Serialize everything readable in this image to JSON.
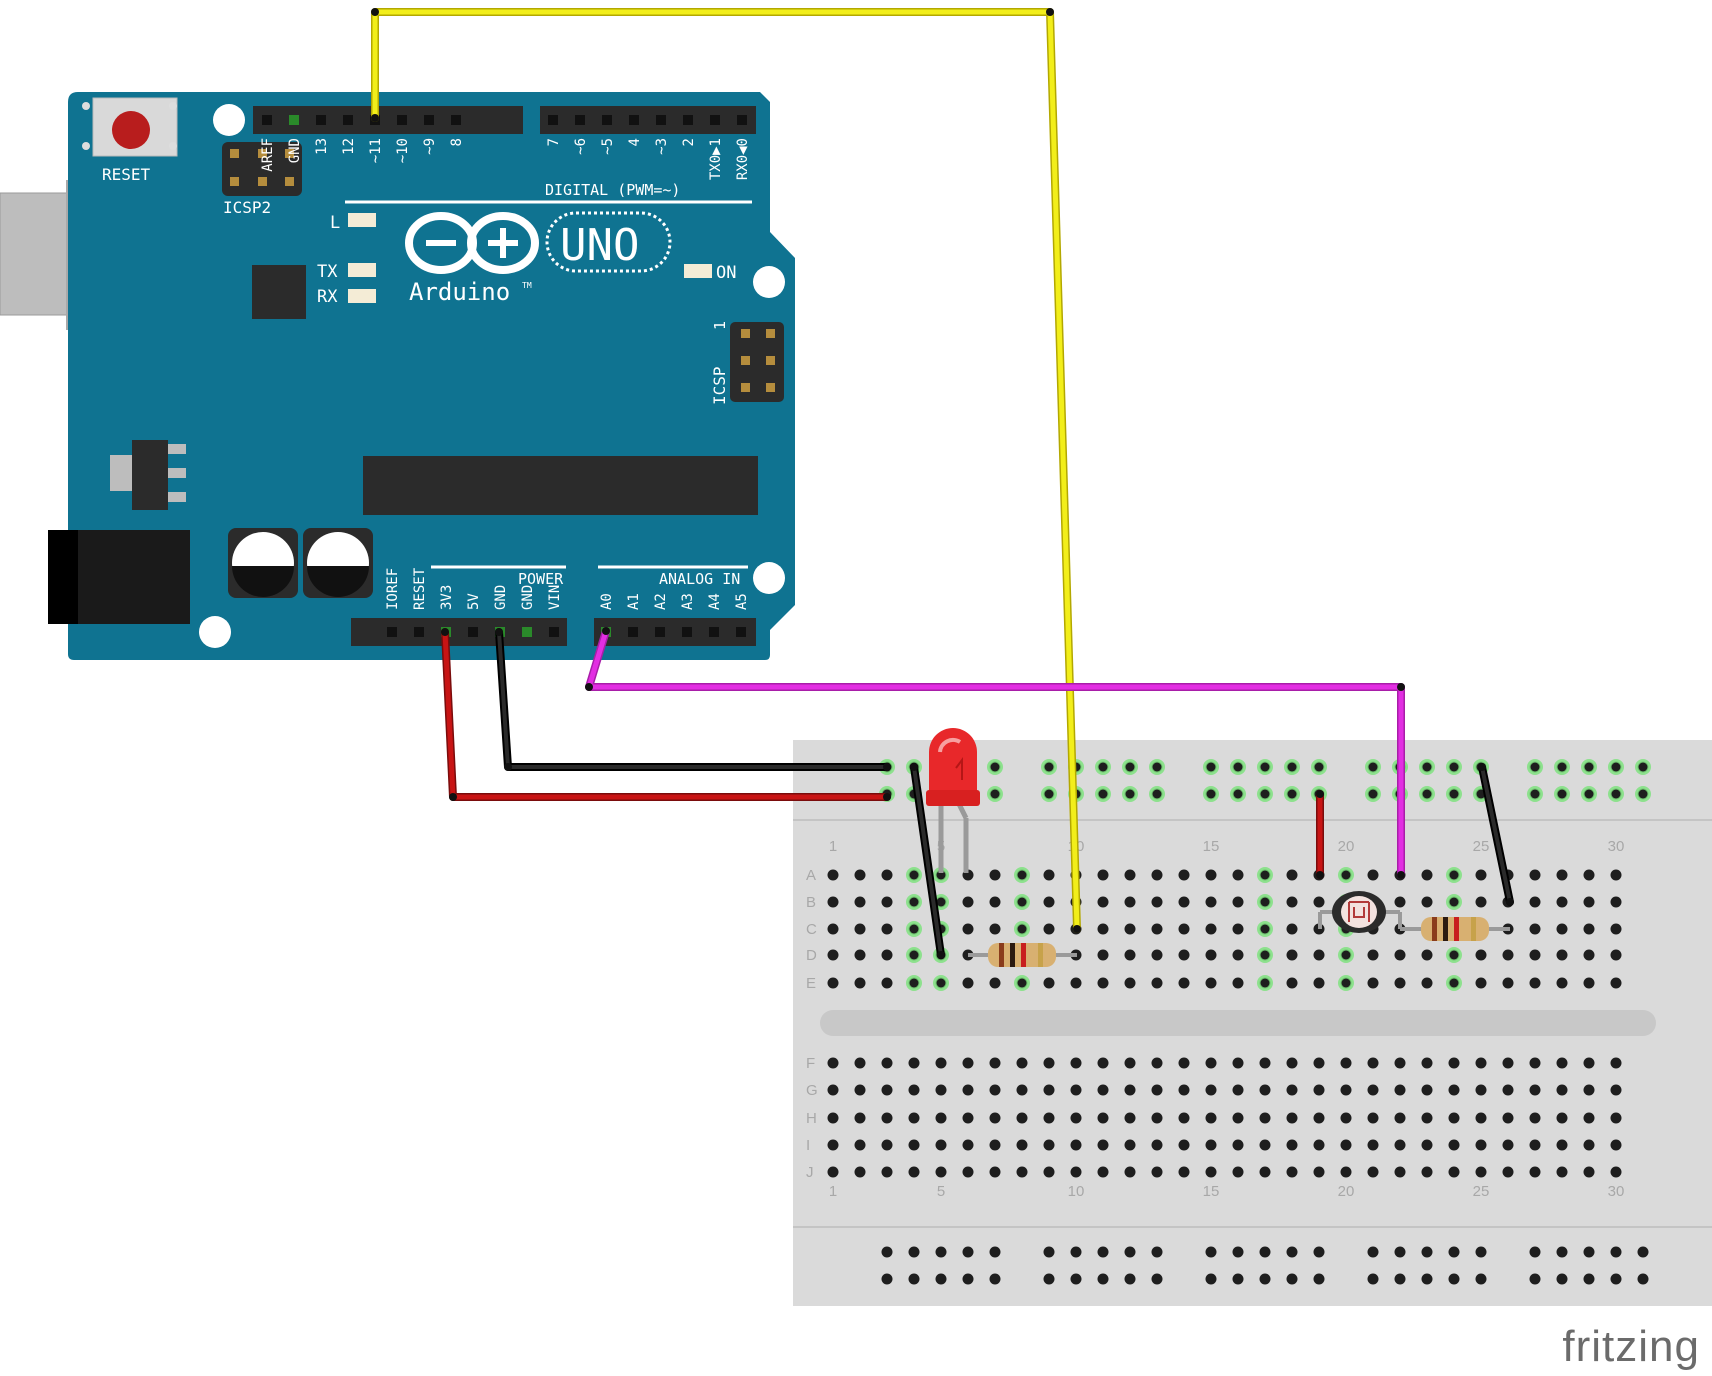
{
  "board": {
    "reset_label": "RESET",
    "icsp2_label": "ICSP2",
    "icsp_label": "ICSP",
    "icsp_pin1": "1",
    "digital_title": "DIGITAL (PWM=~)",
    "digital_pins_left": [
      "AREF",
      "GND",
      "13",
      "12",
      "~11",
      "~10",
      "~9",
      "8"
    ],
    "digital_pins_right": [
      "7",
      "~6",
      "~5",
      "4",
      "~3",
      "2",
      "TX0▶1",
      "RX0◀0"
    ],
    "led_l": "L",
    "led_tx": "TX",
    "led_rx": "RX",
    "led_on": "ON",
    "logo_uno": "UNO",
    "logo_brand": "Arduino",
    "logo_tm": "TM",
    "power_title": "POWER",
    "power_pins": [
      "IOREF",
      "RESET",
      "3V3",
      "5V",
      "GND",
      "GND",
      "VIN"
    ],
    "analog_title": "ANALOG IN",
    "analog_pins": [
      "A0",
      "A1",
      "A2",
      "A3",
      "A4",
      "A5"
    ]
  },
  "breadboard": {
    "row_labels_top": [
      "A",
      "B",
      "C",
      "D",
      "E"
    ],
    "row_labels_bottom": [
      "F",
      "G",
      "H",
      "I",
      "J"
    ],
    "column_numbers": [
      "1",
      "5",
      "10",
      "15",
      "20",
      "25",
      "30"
    ]
  },
  "colors": {
    "board": "#0f7391",
    "wire_yellow": "#f2ee1a",
    "wire_magenta": "#e22ee2",
    "wire_red": "#c81414",
    "wire_black": "#1a1a1a",
    "led_red": "#e8282a",
    "breadboard": "#dadada"
  },
  "components": {
    "led": "red-led",
    "resistor_1": "resistor",
    "resistor_2": "resistor",
    "photocell": "photoresistor"
  },
  "watermark": "fritzing"
}
